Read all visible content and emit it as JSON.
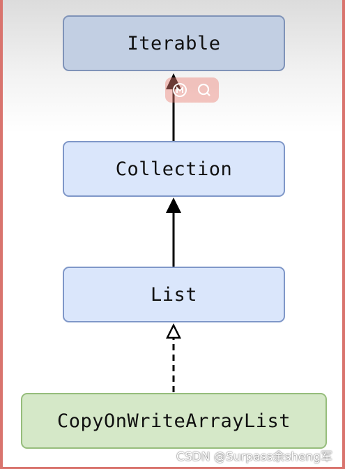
{
  "diagram": {
    "nodes": [
      {
        "id": "iterable",
        "label": "Iterable"
      },
      {
        "id": "collection",
        "label": "Collection"
      },
      {
        "id": "list",
        "label": "List"
      },
      {
        "id": "cowal",
        "label": "CopyOnWriteArrayList"
      }
    ],
    "edges": [
      {
        "from": "collection",
        "to": "iterable",
        "style": "solid",
        "head": "filled-triangle"
      },
      {
        "from": "list",
        "to": "collection",
        "style": "solid",
        "head": "filled-triangle"
      },
      {
        "from": "cowal",
        "to": "list",
        "style": "dashed",
        "head": "hollow-triangle"
      }
    ]
  },
  "overlay_toolbar": {
    "icons": [
      "ai-icon",
      "search-icon"
    ]
  },
  "watermark": {
    "text": "CSDN @Surpass余sheng军"
  },
  "colors": {
    "frame_border": "#d9746e",
    "blue_fill": "#dae6fb",
    "blue_border": "#7f97c8",
    "top_fill": "#c2cfe3",
    "green_fill": "#d5e8c8",
    "green_border": "#96bd7c"
  }
}
